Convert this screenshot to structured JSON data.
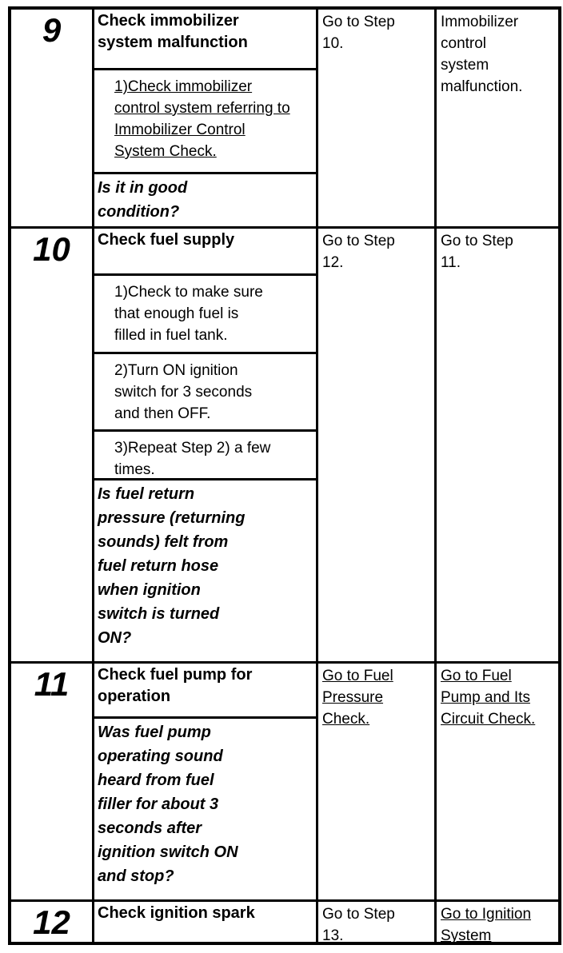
{
  "page": {
    "background_color": "#ffffff",
    "text_color": "#000000",
    "border_color": "#000000"
  },
  "table": {
    "rows": [
      {
        "step": "9",
        "title": "Check immobilizer\nsystem malfunction",
        "substeps": [
          "1)Check immobilizer\ncontrol system referring to\nImmobilizer Control\nSystem Check."
        ],
        "question": "Is it in good\ncondition?",
        "yes": "Go to Step\n10.",
        "no": "Immobilizer\ncontrol\nsystem\nmalfunction."
      },
      {
        "step": "10",
        "title": "Check fuel supply",
        "substeps": [
          "1)Check to make sure\nthat enough fuel is\nfilled in fuel tank.",
          "2)Turn ON ignition\nswitch for 3 seconds\nand then OFF.",
          "3)Repeat Step 2) a few\ntimes."
        ],
        "question": "Is fuel return\npressure (returning\nsounds) felt from\nfuel return hose\nwhen ignition\nswitch is turned\nON?",
        "yes": "Go to Step\n12.",
        "no": "Go to Step\n11."
      },
      {
        "step": "11",
        "title": "Check fuel pump for\noperation",
        "substeps": [],
        "question": "Was fuel pump\noperating sound\nheard from fuel\nfiller for about 3\nseconds after\nignition switch ON\nand stop?",
        "yes": "Go to Fuel\nPressure\nCheck.",
        "no": "Go to Fuel\nPump and Its\nCircuit Check."
      },
      {
        "step": "12",
        "title": "Check ignition spark",
        "substeps": [],
        "question": "",
        "yes": "Go to Step\n13.",
        "no": "Go to Ignition\nSystem"
      }
    ]
  }
}
